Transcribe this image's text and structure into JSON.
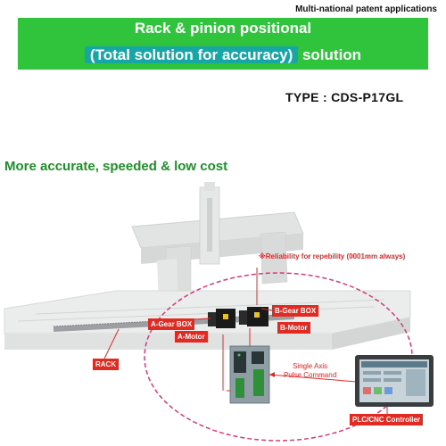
{
  "header": {
    "patent_note": "Multi-national patent applications",
    "title_line1": "Rack & pinion positional",
    "title_highlight": "(Total solution for accuracy)",
    "title_line2_suffix": "solution"
  },
  "type_label": "TYPE : CDS-P17GL",
  "tagline": "More accurate, speeded & low cost",
  "reliability_note": "※Reliability for repebility (0001mm always)",
  "components": {
    "a_gearbox": "A-Gear BOX",
    "a_motor": "A-Motor",
    "b_gearbox": "B-Gear BOX",
    "b_motor": "B-Motor",
    "rack": "RACK",
    "controller": "PLC/CNC Controller"
  },
  "pulse_line1": "Single Axis",
  "pulse_line2": "Pulse Command",
  "colors": {
    "banner_green": "#2fc43c",
    "highlight_teal": "#16a6a6",
    "tagline_green": "#1e8f2a",
    "label_red": "#e02a22",
    "circle_pink": "#d63a78"
  }
}
